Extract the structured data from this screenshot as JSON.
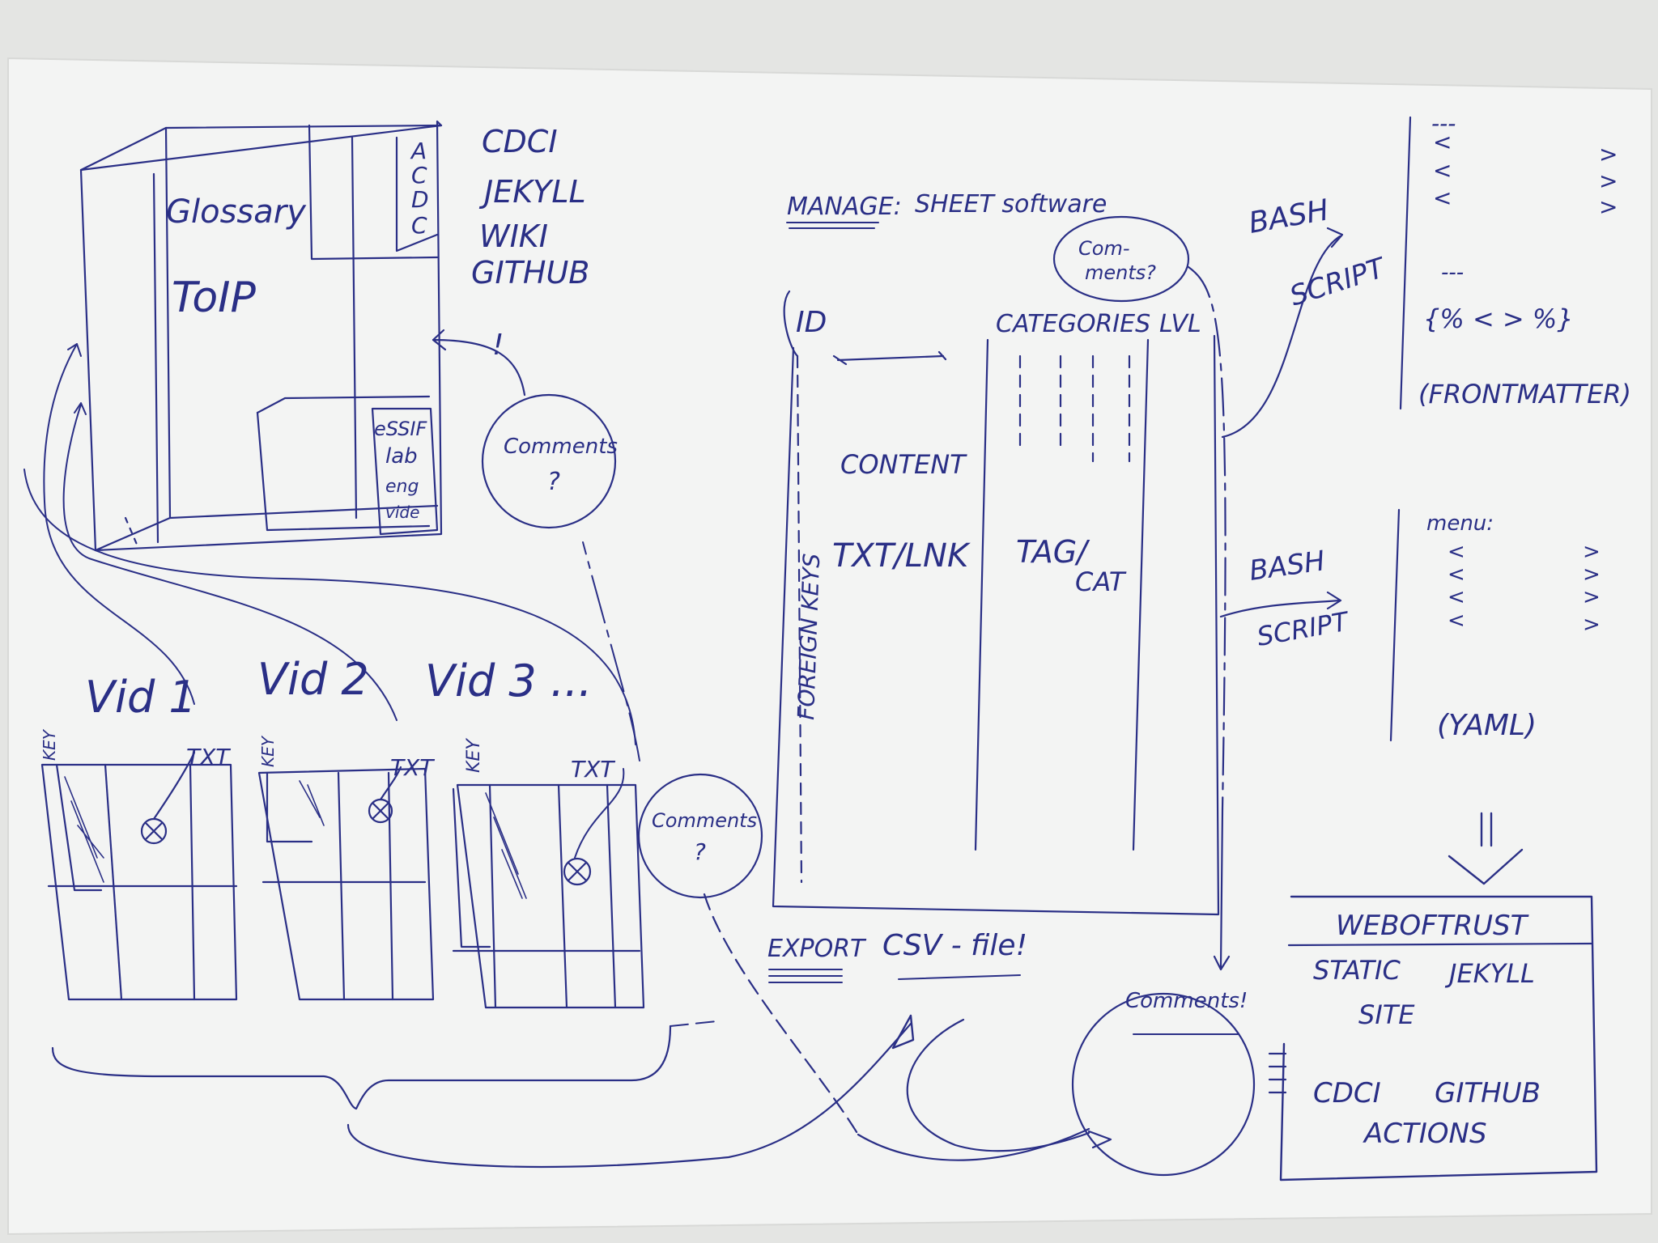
{
  "colors": {
    "ink": "#2a2f86",
    "paper": "#f3f4f3",
    "background": "#e4e5e3"
  },
  "tools": [
    "CDCI",
    "JEKYLL",
    "WIKI",
    "GITHUB"
  ],
  "box_side_letters": [
    "A",
    "C",
    "D",
    "C"
  ],
  "glossary": {
    "line1": "Glossary",
    "line2": "ToIP"
  },
  "inner_box_labels": [
    "eSSIF",
    "lab",
    "eng",
    "vide"
  ],
  "exclaim": "!",
  "comments_bubble": {
    "label": "Comments",
    "mark": "?"
  },
  "comments_small": {
    "line1": "Com-",
    "line2": "ments?"
  },
  "comments_lower": {
    "label": "Comments",
    "mark": "?"
  },
  "manage_title": {
    "word": "MANAGE:",
    "rest": "SHEET software"
  },
  "sheet": {
    "id_label": "ID",
    "categories_label": "CATEGORIES",
    "lvl_label": "LVL",
    "content_label": "CONTENT",
    "txt_lnk_label": "TXT/LNK",
    "tag_label": "TAG/",
    "cat_label": "CAT",
    "foreign_keys_label": "FOREIGN KEYS"
  },
  "export": {
    "word": "EXPORT",
    "rest": "CSV - file!"
  },
  "videos": [
    {
      "title": "Vid 1",
      "key_label": "KEY",
      "txt_label": "TXT"
    },
    {
      "title": "Vid 2",
      "key_label": "KEY",
      "txt_label": "TXT"
    },
    {
      "title": "Vid 3 ...",
      "key_label": "KEY",
      "txt_label": "TXT"
    }
  ],
  "bash_upper": {
    "bash": "BASH",
    "script": "SCRIPT"
  },
  "bash_lower": {
    "bash": "BASH",
    "script": "SCRIPT"
  },
  "frontmatter": {
    "dashes": "---",
    "rows": [
      [
        "<",
        ">"
      ],
      [
        "<",
        ">"
      ],
      [
        "<",
        ">"
      ]
    ],
    "dashes2": "---",
    "liquid": "{% <  > %}",
    "caption": "(FRONTMATTER)"
  },
  "yaml_block": {
    "menu": "menu:",
    "rows": [
      [
        "<",
        ">"
      ],
      [
        "<",
        ">"
      ],
      [
        "<",
        ">"
      ],
      [
        "<",
        ">"
      ]
    ],
    "caption": "(YAML)"
  },
  "arrow_down": "⇓",
  "comments_final": {
    "label": "Comments!"
  },
  "weboftrust": {
    "title": "WEBOFTRUST",
    "line1a": "STATIC",
    "line1b": "JEKYLL",
    "line2": "SITE",
    "line3a": "CDCI",
    "line3b": "GITHUB",
    "line4": "ACTIONS"
  }
}
